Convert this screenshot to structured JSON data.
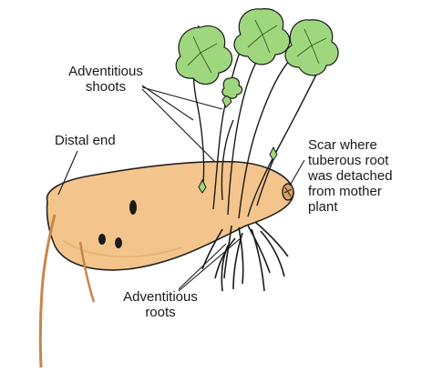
{
  "labels": {
    "shoots": "Adventitious\nshoots",
    "distal": "Distal end",
    "scar": "Scar where\ntuberous root\nwas detached\nfrom mother\nplant",
    "roots": "Adventitious\nroots"
  },
  "colors": {
    "tuber": "#f3c58c",
    "tuber_outline": "#222222",
    "leaf": "#9fd77f",
    "stem": "#bfe6a4",
    "root": "#c8864a",
    "ink": "#1a1a1a"
  }
}
